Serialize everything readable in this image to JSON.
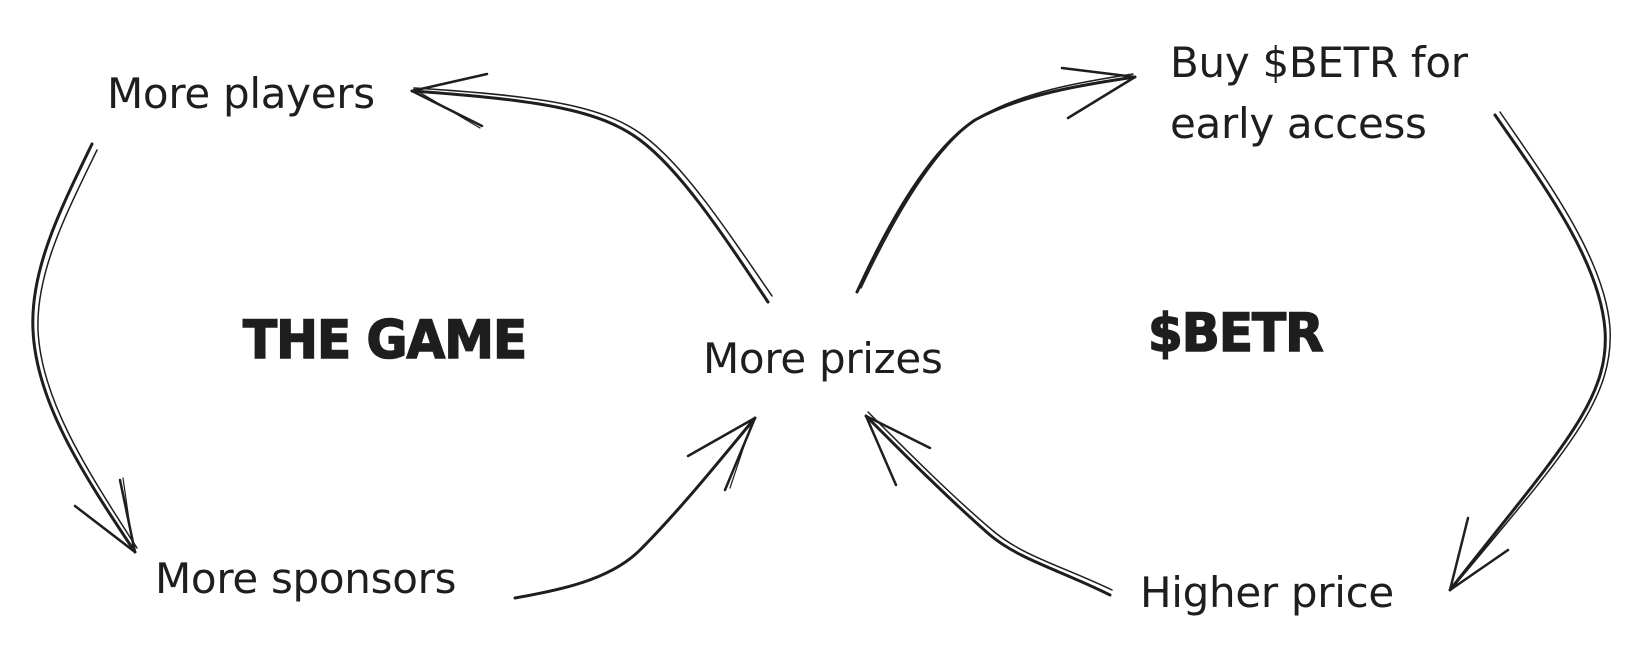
{
  "diagram": {
    "nodes": {
      "more_players": "More players",
      "more_sponsors": "More sponsors",
      "more_prizes": "More prizes",
      "buy_betr": "Buy $BETR for\nearly access",
      "higher_price": "Higher price"
    },
    "groups": {
      "game": "THE GAME",
      "betr": "$BETR"
    },
    "edges": [
      {
        "from": "more_prizes",
        "to": "more_players"
      },
      {
        "from": "more_players",
        "to": "more_sponsors"
      },
      {
        "from": "more_sponsors",
        "to": "more_prizes"
      },
      {
        "from": "more_prizes",
        "to": "buy_betr"
      },
      {
        "from": "buy_betr",
        "to": "higher_price"
      },
      {
        "from": "higher_price",
        "to": "more_prizes"
      }
    ],
    "stroke_color": "#1e1e1e"
  }
}
